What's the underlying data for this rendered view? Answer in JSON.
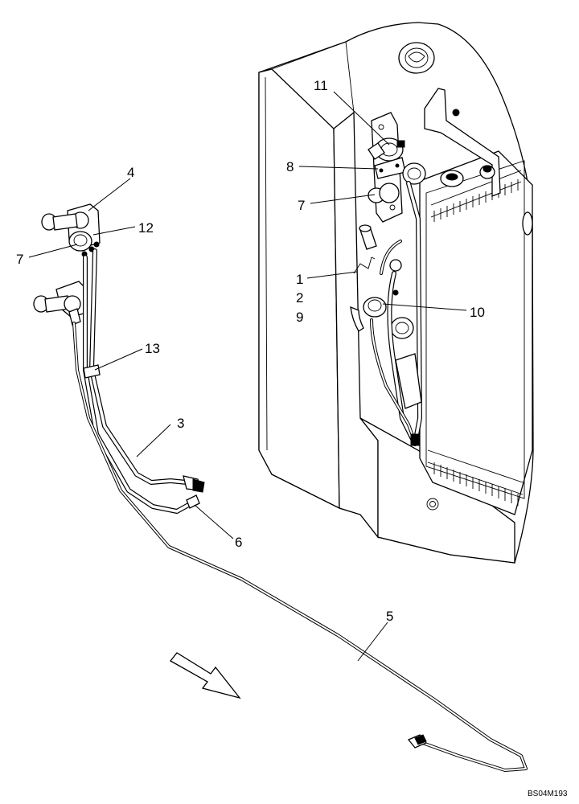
{
  "callouts": {
    "c11": "11",
    "c8r": "8",
    "c7r": "7",
    "c1": "1",
    "c2": "2",
    "c9": "9",
    "c10": "10",
    "c4": "4",
    "c12": "12",
    "c7l": "7",
    "c13": "13",
    "c3": "3",
    "c6": "6",
    "c5": "5"
  },
  "drawing_code": "BS04M193",
  "direction_arrow_icon": "forward-arrow-icon"
}
